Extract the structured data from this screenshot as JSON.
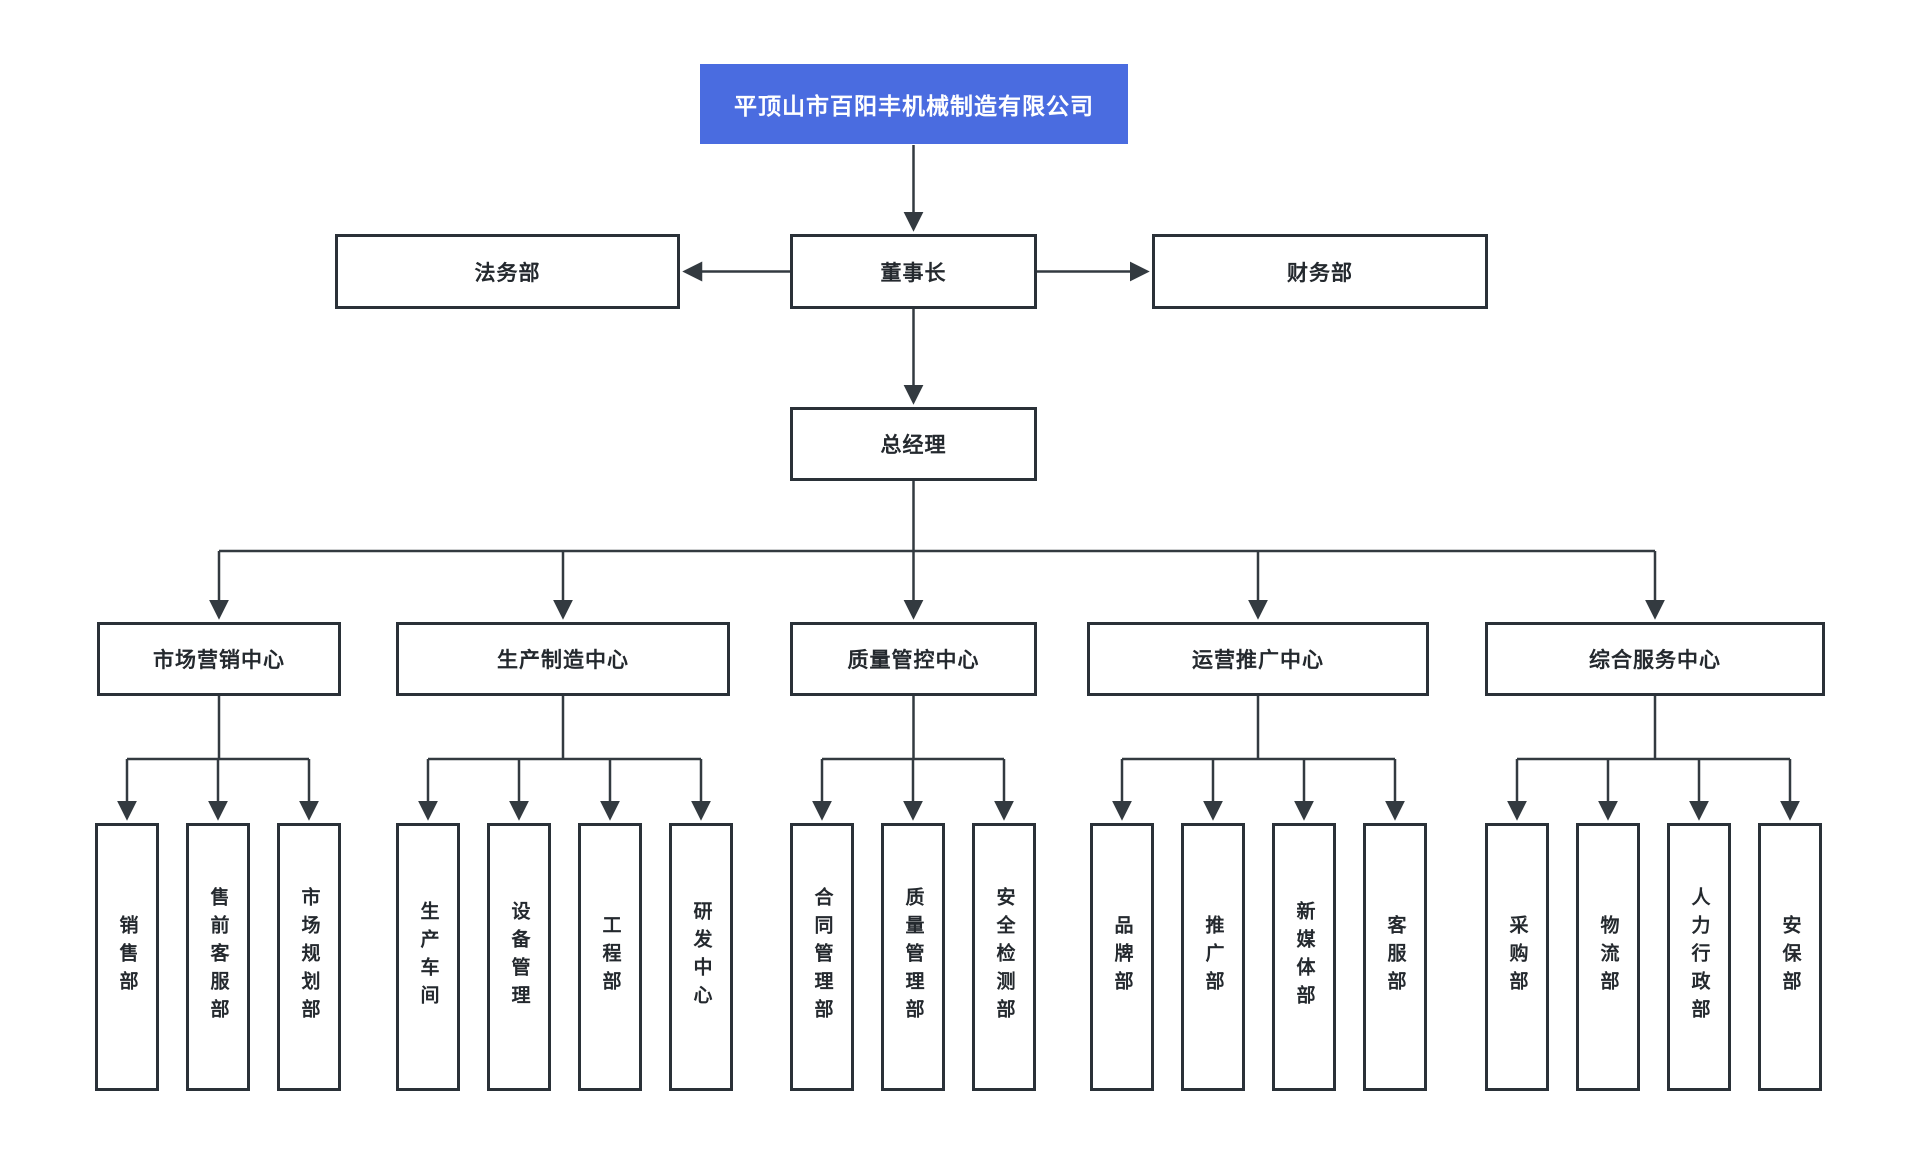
{
  "company": {
    "name": "平顶山市百阳丰机械制造有限公司"
  },
  "colors": {
    "title_background": "#4a6ce0",
    "title_text": "#ffffff",
    "box_border": "#2a3138",
    "connector": "#333a40",
    "text": "#24292e",
    "page_background": "#ffffff"
  },
  "level2": {
    "legal": "法务部",
    "chairman": "董事长",
    "finance": "财务部"
  },
  "level3": {
    "general_manager": "总经理"
  },
  "centers": [
    {
      "label": "市场营销中心",
      "departments": [
        "销售部",
        "售前客服部",
        "市场规划部"
      ]
    },
    {
      "label": "生产制造中心",
      "departments": [
        "生产车间",
        "设备管理",
        "工程部",
        "研发中心"
      ]
    },
    {
      "label": "质量管控中心",
      "departments": [
        "合同管理部",
        "质量管理部",
        "安全检测部"
      ]
    },
    {
      "label": "运营推广中心",
      "departments": [
        "品牌部",
        "推广部",
        "新媒体部",
        "客服部"
      ]
    },
    {
      "label": "综合服务中心",
      "departments": [
        "采购部",
        "物流部",
        "人力行政部",
        "安保部"
      ]
    }
  ]
}
